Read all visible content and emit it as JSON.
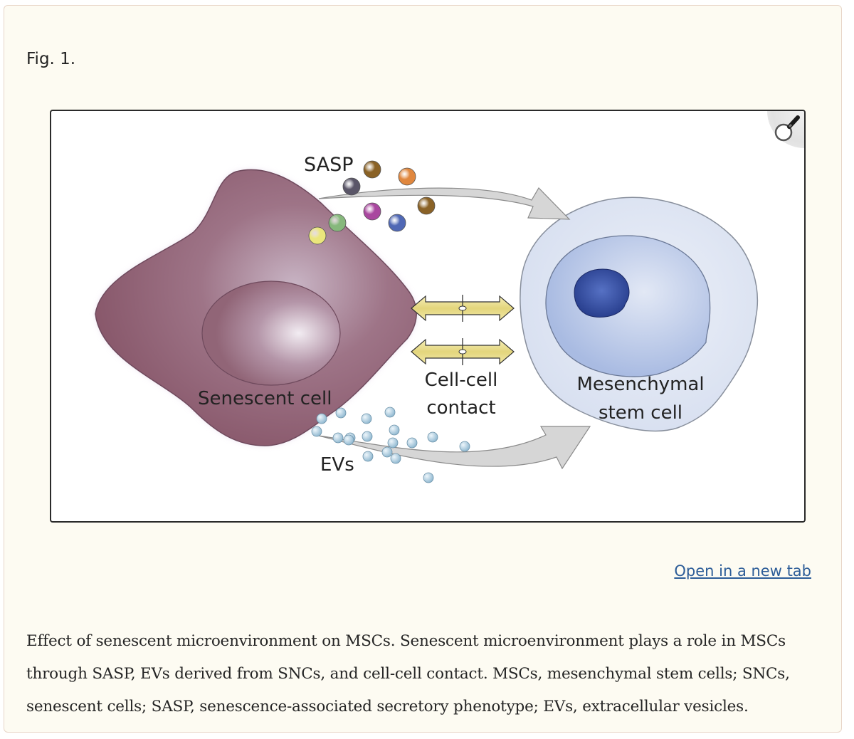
{
  "figure": {
    "label": "Fig. 1.",
    "open_link": "Open in a new tab",
    "zoom_icon": "magnifier-icon",
    "caption": "Effect of senescent microenvironment on MSCs. Senescent microenvironment plays a role in MSCs through SASP, EVs derived from SNCs, and cell-cell contact. MSCs, mesenchymal stem cells; SNCs, senescent cells; SASP, senescence-associated secretory phenotype; EVs, extracellular vesicles."
  },
  "diagram": {
    "labels": {
      "sasp": "SASP",
      "senescent_cell": "Senescent cell",
      "cell_contact_line1": "Cell-cell",
      "cell_contact_line2": "contact",
      "msc_line1": "Mesenchymal",
      "msc_line2": "stem cell",
      "evs": "EVs"
    },
    "colors": {
      "senescent_cell": "#8e5e70",
      "msc_outer": "#dde4f1",
      "msc_nucleus": "#b7c6e6",
      "msc_nucleolus": "#324a9c",
      "junction": "#ede29a",
      "arrow": "#d4d4d4",
      "ev": "#a9cbe0"
    },
    "sasp_particles": [
      {
        "name": "sasp-particle-dark",
        "color": "#5a5668"
      },
      {
        "name": "sasp-particle-brown-1",
        "color": "#8a6226"
      },
      {
        "name": "sasp-particle-orange",
        "color": "#e0873e"
      },
      {
        "name": "sasp-particle-brown-2",
        "color": "#8a6226"
      },
      {
        "name": "sasp-particle-purple",
        "color": "#a9479f"
      },
      {
        "name": "sasp-particle-blue",
        "color": "#5068b5"
      },
      {
        "name": "sasp-particle-green",
        "color": "#86b87c"
      },
      {
        "name": "sasp-particle-yellow",
        "color": "#ebe67c"
      }
    ]
  }
}
